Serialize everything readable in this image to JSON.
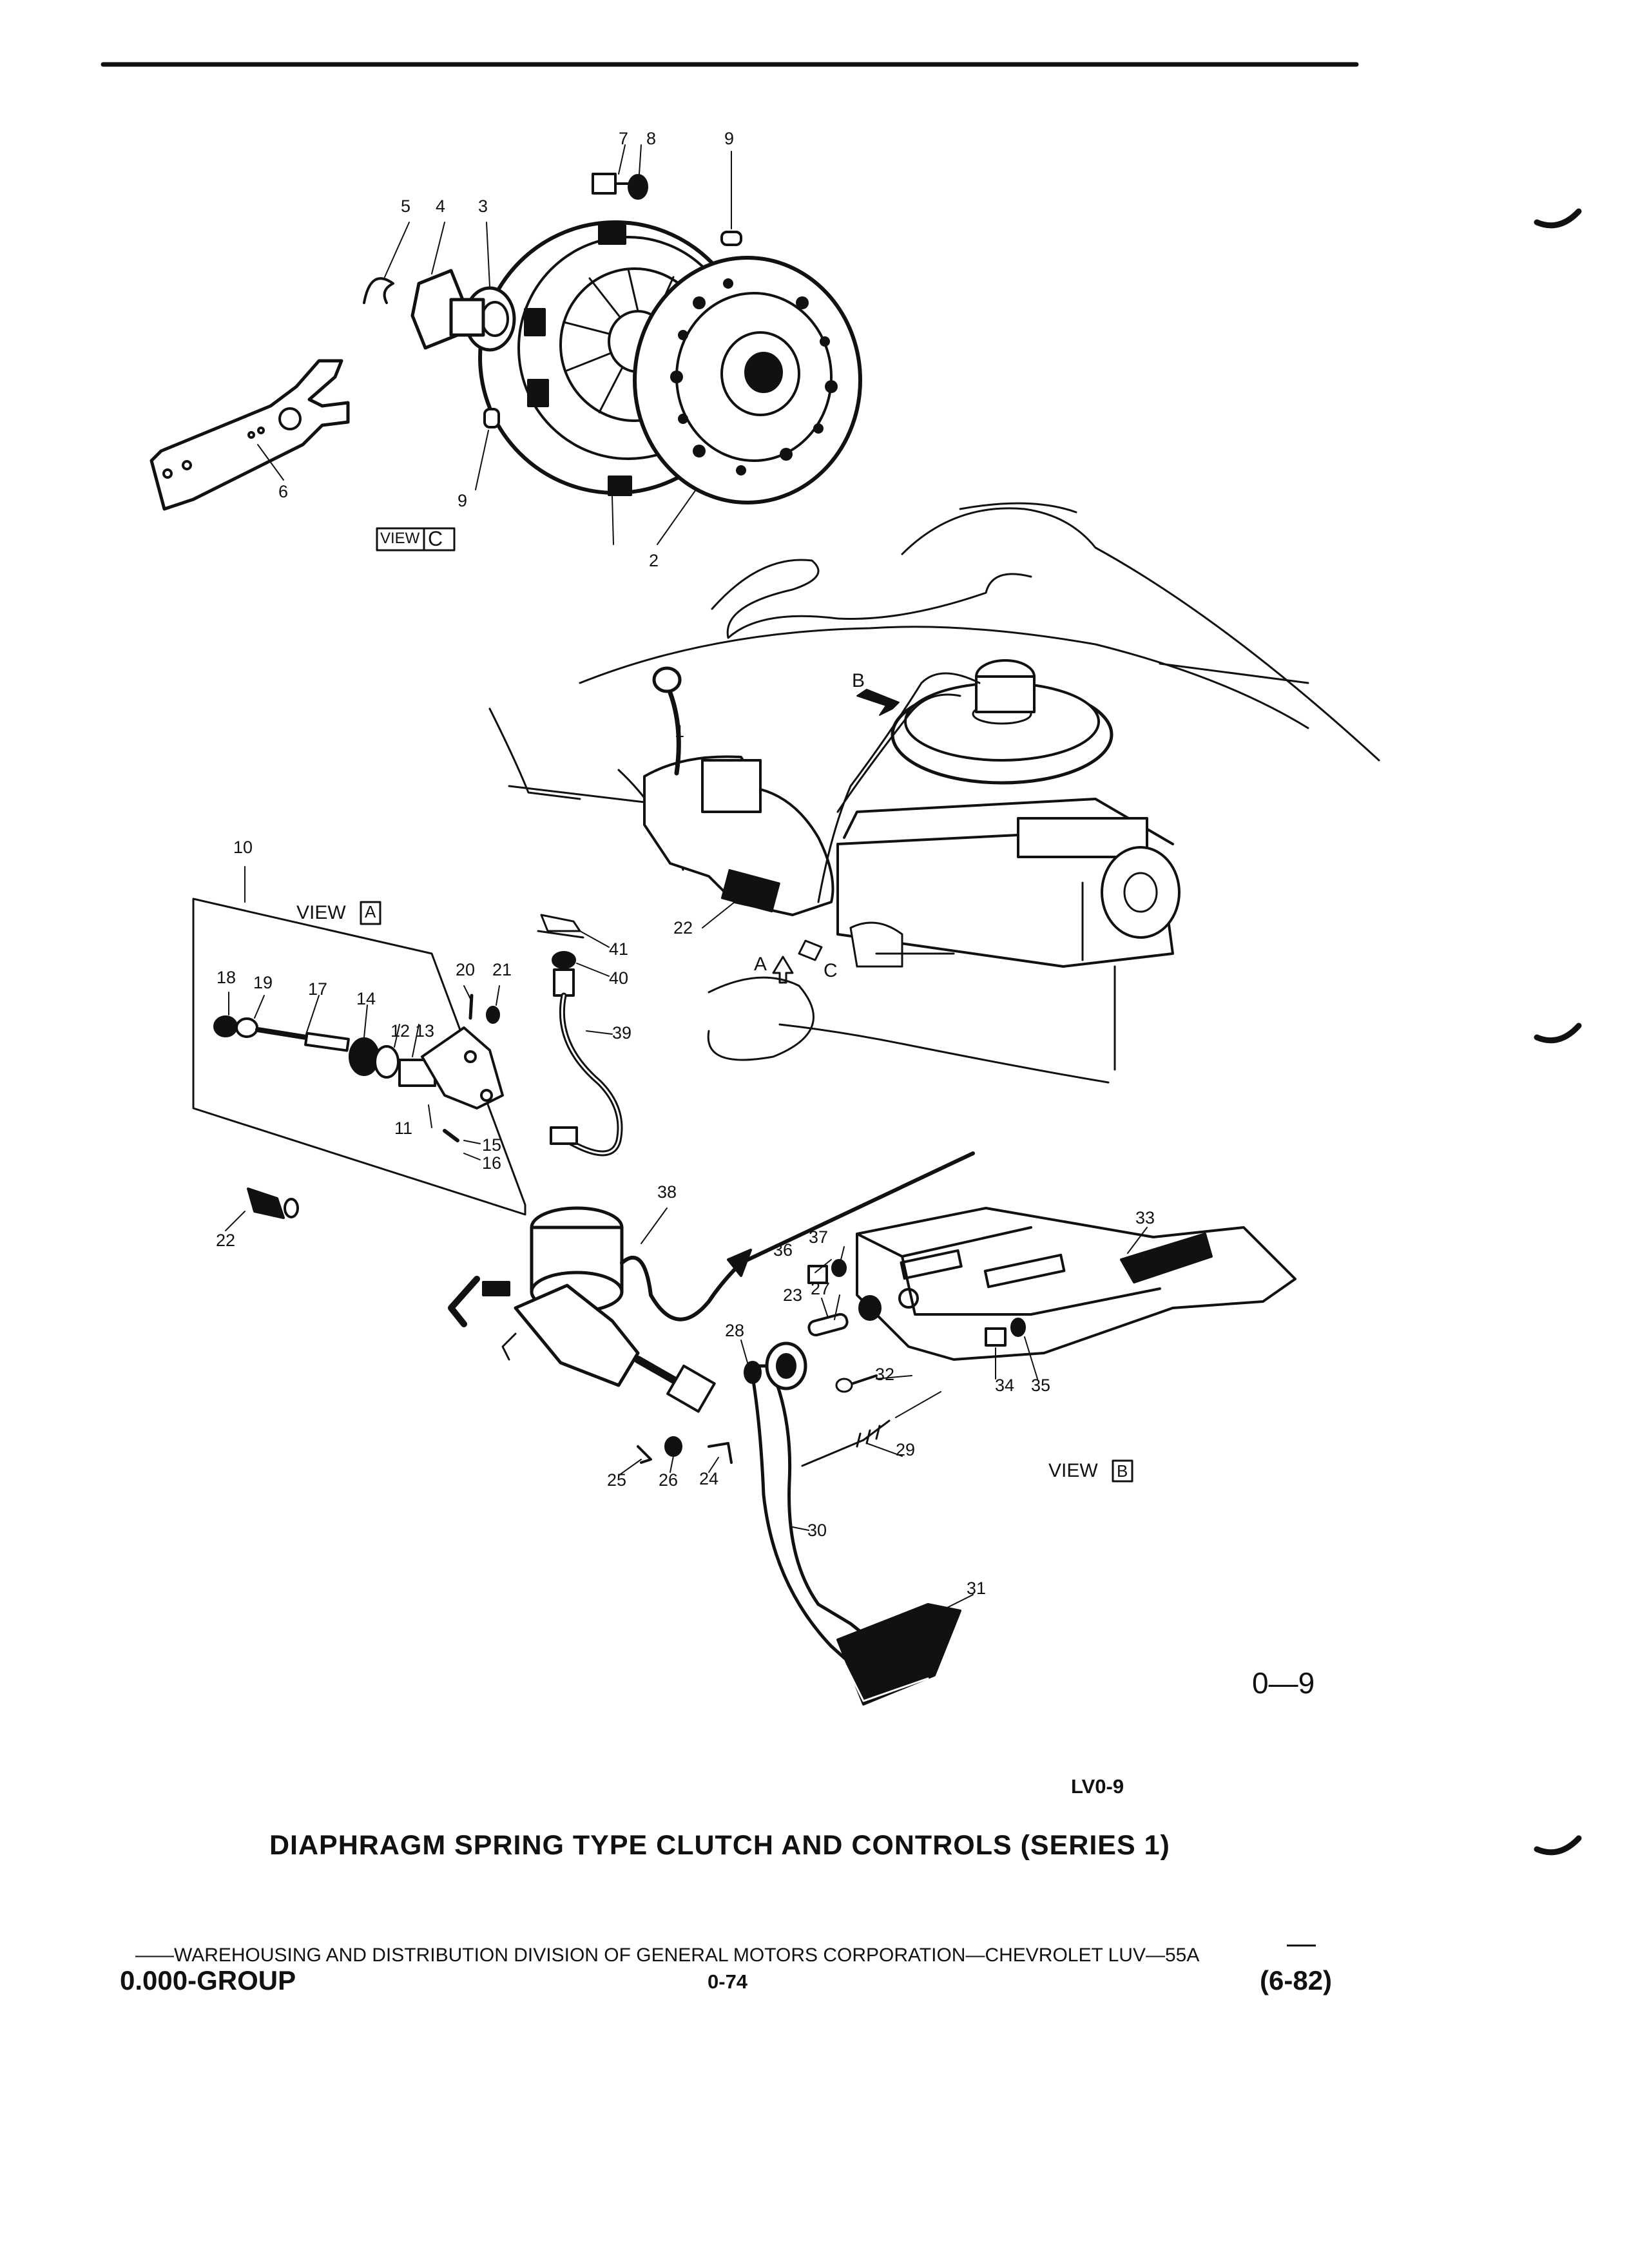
{
  "diagram": {
    "callouts": [
      "1",
      "2",
      "3",
      "4",
      "5",
      "6",
      "7",
      "8",
      "9",
      "9",
      "10",
      "11",
      "12",
      "13",
      "14",
      "15",
      "16",
      "17",
      "18",
      "19",
      "20",
      "21",
      "22",
      "22",
      "23",
      "24",
      "25",
      "26",
      "27",
      "28",
      "29",
      "30",
      "31",
      "32",
      "33",
      "34",
      "35",
      "36",
      "37",
      "38",
      "39",
      "40",
      "41"
    ],
    "view_labels": {
      "view_c_word": "VIEW",
      "view_c_letter": "C",
      "view_a_word": "VIEW",
      "view_a_letter": "A",
      "view_b_word": "VIEW",
      "view_b_letter": "B"
    },
    "arrow_letters": {
      "a": "A",
      "b": "B",
      "c": "C"
    },
    "figure_number": "0—9",
    "figure_code": "LV0-9"
  },
  "caption": "DIAPHRAGM SPRING TYPE CLUTCH AND CONTROLS (SERIES 1)",
  "footer": {
    "line": "——WAREHOUSING AND DISTRIBUTION  DIVISION OF GENERAL MOTORS CORPORATION—CHEVROLET LUV—55A",
    "group": "0.000-GROUP",
    "page": "0-74",
    "date": "(6-82)"
  }
}
